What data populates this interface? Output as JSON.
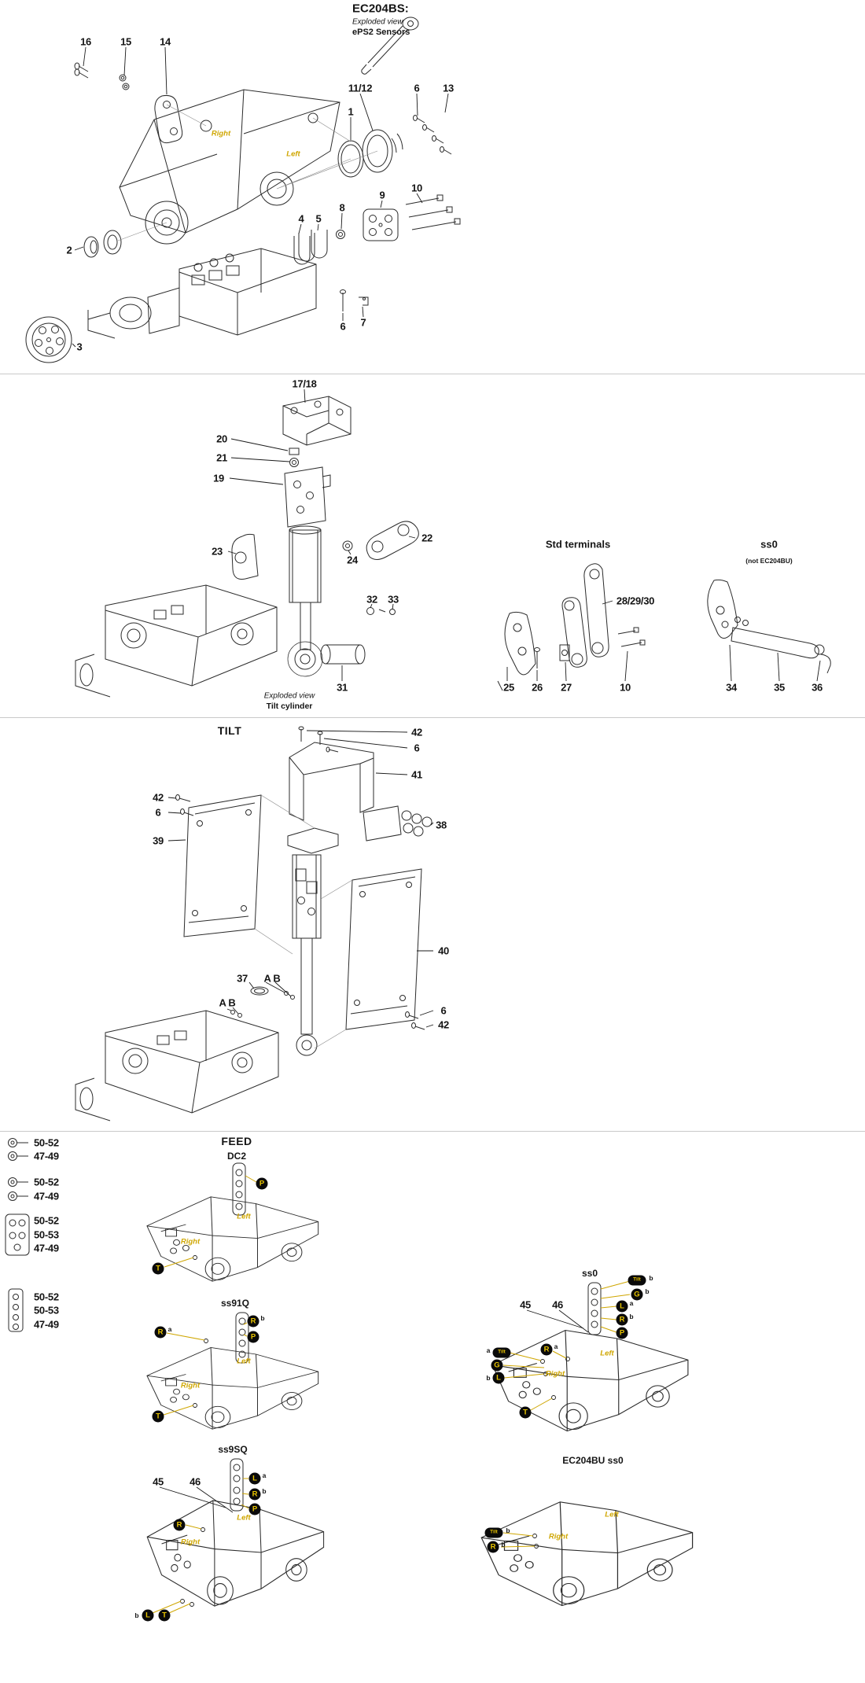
{
  "colors": {
    "accent_yellow": "#cfa600",
    "line": "#2b2b2b",
    "background": "#ffffff"
  },
  "lr": {
    "left": "Left",
    "right": "Right"
  },
  "header": {
    "title": "EC204BS:",
    "subtitle_italic": "Exploded view",
    "subtitle_bold": "ePS2 Sensors"
  },
  "section_eps2": {
    "labels": {
      "n16": "16",
      "n15": "15",
      "n14": "14",
      "n11_12": "11/12",
      "n6a": "6",
      "n13": "13",
      "n1": "1",
      "n9": "9",
      "n10": "10",
      "n8": "8",
      "n4": "4",
      "n5": "5",
      "n2": "2",
      "n6b": "6",
      "n7": "7",
      "n3": "3"
    }
  },
  "section_tilt_cyl": {
    "labels": {
      "n17_18": "17/18",
      "n20": "20",
      "n21": "21",
      "n19": "19",
      "n23": "23",
      "n24": "24",
      "n22": "22",
      "n32": "32",
      "n33": "33",
      "n31": "31"
    },
    "caption_italic": "Exploded view",
    "caption_bold": "Tilt cylinder",
    "std_terminals": {
      "title": "Std terminals",
      "n28_29_30": "28/29/30",
      "n25": "25",
      "n26": "26",
      "n27": "27",
      "n10": "10"
    },
    "ss0": {
      "title": "ss0",
      "note": "(not EC204BU)",
      "n34": "34",
      "n35": "35",
      "n36": "36"
    }
  },
  "section_tilt": {
    "title": "TILT",
    "labels": {
      "n42a": "42",
      "n6a": "6",
      "n41": "41",
      "n42b": "42",
      "n6b": "6",
      "n38": "38",
      "n39": "39",
      "n40": "40",
      "n37": "37",
      "ab1": "A B",
      "ab2": "A B",
      "n6c": "6",
      "n42c": "42"
    }
  },
  "section_feed": {
    "title": "FEED",
    "legend": {
      "g1": [
        "50-52",
        "47-49"
      ],
      "g2": [
        "50-52",
        "47-49"
      ],
      "g3": [
        "50-52",
        "50-53",
        "47-49"
      ],
      "g4": [
        "50-52",
        "50-53",
        "47-49"
      ]
    },
    "badges": {
      "p": "P",
      "t": "T",
      "r": "R",
      "l": "L",
      "g": "G",
      "tilt": "Tilt"
    },
    "sub": {
      "a": "a",
      "b": "b"
    },
    "diagrams": {
      "dc2": "DC2",
      "ss91q": "ss91Q",
      "ss9sq": "ss9SQ",
      "ss0": "ss0",
      "ec204bu": "EC204BU ss0"
    },
    "n45": "45",
    "n46": "46"
  }
}
